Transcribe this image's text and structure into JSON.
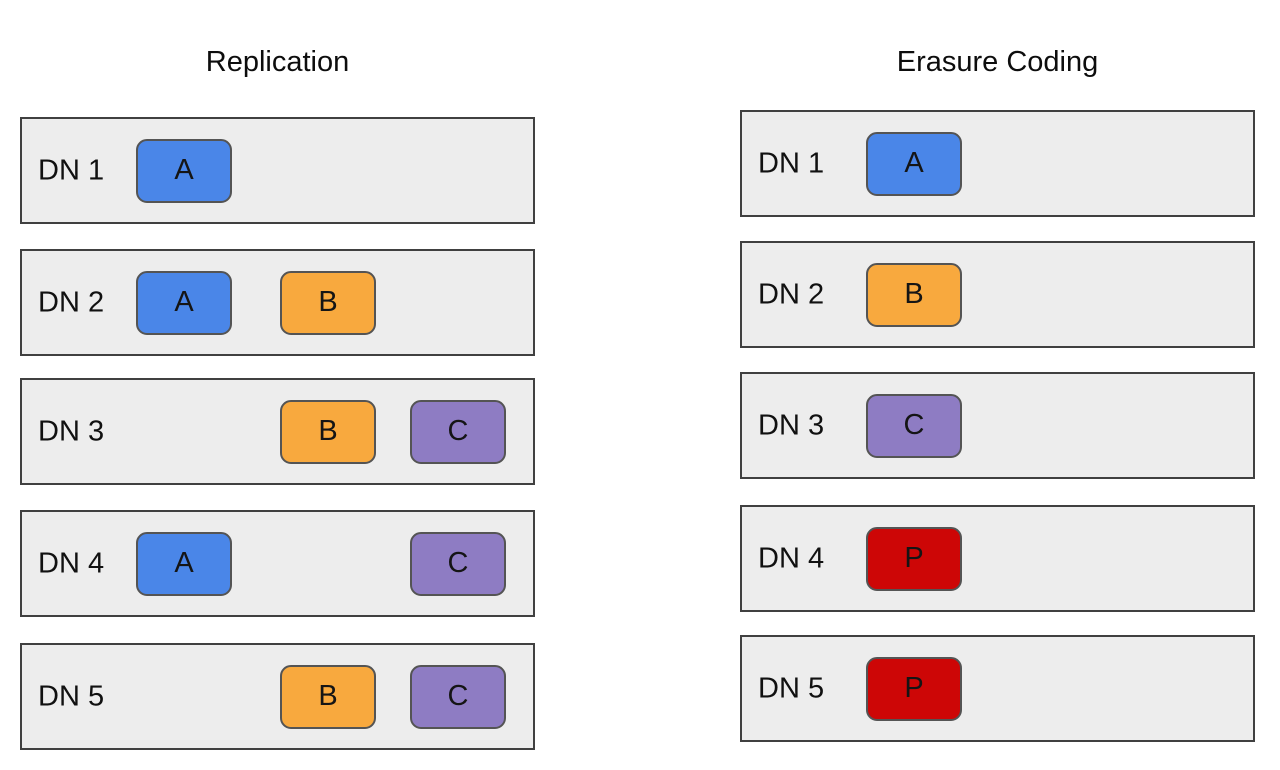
{
  "diagram": {
    "description": "Comparison of block placement across DataNodes: Replication vs Erasure Coding",
    "colors": {
      "background": "#ffffff",
      "row_fill": "#ededed",
      "row_border": "#404040",
      "block_border": "#545454",
      "text": "#111111",
      "blue": "#4a86e8",
      "orange": "#f8a93e",
      "purple": "#8e7cc3",
      "red": "#cd0606"
    },
    "panels": [
      {
        "id": "replication",
        "title": "Replication",
        "rows": [
          {
            "label": "DN 1",
            "blocks": [
              {
                "label": "A",
                "color": "blue",
                "slot": 0
              }
            ]
          },
          {
            "label": "DN 2",
            "blocks": [
              {
                "label": "A",
                "color": "blue",
                "slot": 0
              },
              {
                "label": "B",
                "color": "orange",
                "slot": 1
              }
            ]
          },
          {
            "label": "DN 3",
            "blocks": [
              {
                "label": "B",
                "color": "orange",
                "slot": 1
              },
              {
                "label": "C",
                "color": "purple",
                "slot": 2
              }
            ]
          },
          {
            "label": "DN 4",
            "blocks": [
              {
                "label": "A",
                "color": "blue",
                "slot": 0
              },
              {
                "label": "C",
                "color": "purple",
                "slot": 2
              }
            ]
          },
          {
            "label": "DN 5",
            "blocks": [
              {
                "label": "B",
                "color": "orange",
                "slot": 1
              },
              {
                "label": "C",
                "color": "purple",
                "slot": 2
              }
            ]
          }
        ]
      },
      {
        "id": "erasure-coding",
        "title": "Erasure Coding",
        "rows": [
          {
            "label": "DN 1",
            "blocks": [
              {
                "label": "A",
                "color": "blue",
                "slot": 0
              }
            ]
          },
          {
            "label": "DN 2",
            "blocks": [
              {
                "label": "B",
                "color": "orange",
                "slot": 0
              }
            ]
          },
          {
            "label": "DN 3",
            "blocks": [
              {
                "label": "C",
                "color": "purple",
                "slot": 0
              }
            ]
          },
          {
            "label": "DN 4",
            "blocks": [
              {
                "label": "P",
                "color": "red",
                "slot": 0
              }
            ]
          },
          {
            "label": "DN 5",
            "blocks": [
              {
                "label": "P",
                "color": "red",
                "slot": 0
              }
            ]
          }
        ]
      }
    ]
  }
}
